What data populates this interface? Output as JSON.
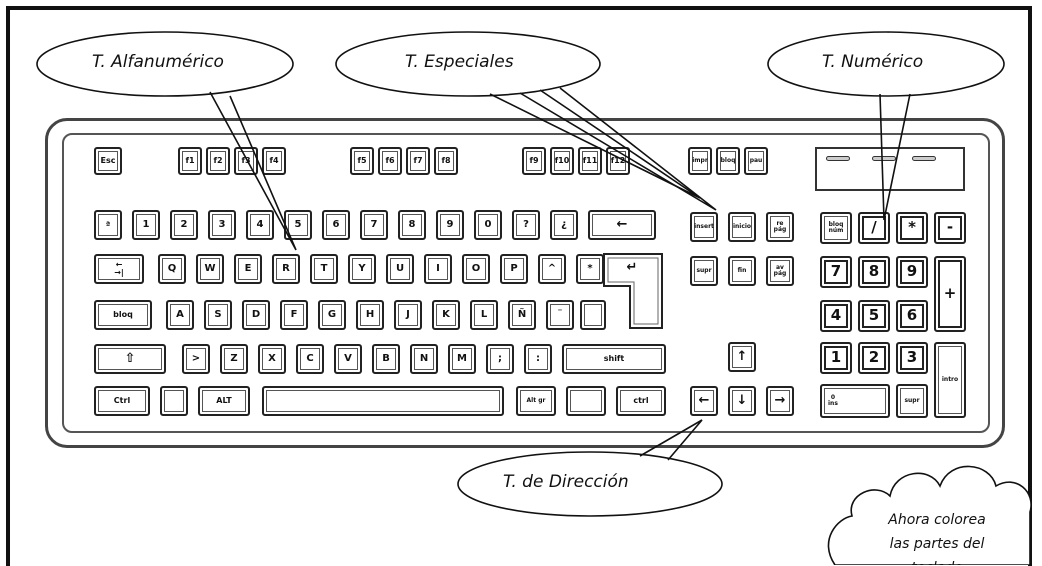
{
  "callouts": {
    "alfanumerico": "T. Alfanumérico",
    "especiales": "T. Especiales",
    "numerico": "T. Numérico",
    "direccion": "T. de Dirección"
  },
  "cloud": {
    "line1": "Ahora colorea",
    "line2": "las partes del",
    "line3": "teclado"
  },
  "keys": {
    "esc": "Esc",
    "f1": "f1",
    "f2": "f2",
    "f3": "f3",
    "f4": "f4",
    "f5": "f5",
    "f6": "f6",
    "f7": "f7",
    "f8": "f8",
    "f9": "f9",
    "f10": "f10",
    "f11": "f11",
    "f12": "f12",
    "impr": "impr",
    "bloq_despl": "bloq",
    "pausa": "pau",
    "ordinal": "ª",
    "n1": "1",
    "n2": "2",
    "n3": "3",
    "n4": "4",
    "n5": "5",
    "n6": "6",
    "n7": "7",
    "n8": "8",
    "n9": "9",
    "n0": "0",
    "apos": "?",
    "inv_q": "¿",
    "backspace": "←",
    "tab": "←\n→|",
    "q": "Q",
    "w": "W",
    "e": "E",
    "r": "R",
    "t": "T",
    "y": "Y",
    "u": "U",
    "i": "I",
    "o": "O",
    "p": "P",
    "caret": "^",
    "plus_key": "*",
    "enter": "↵",
    "bloq": "bloq",
    "a": "A",
    "s": "S",
    "d": "D",
    "f": "F",
    "g": "G",
    "h": "H",
    "j": "J",
    "k": "K",
    "l": "L",
    "enie": "Ñ",
    "dieresis": "¨",
    "cedilla": "",
    "shift_l": "⇧",
    "lt": ">",
    "z": "Z",
    "x": "X",
    "c": "C",
    "v": "V",
    "b": "B",
    "n": "N",
    "m": "M",
    "comma": ";",
    "period": ":",
    "shift_r": "shift",
    "ctrl_l": "Ctrl",
    "win": "",
    "alt": "ALT",
    "altgr": "Alt gr",
    "menu": "",
    "ctrl_r": "ctrl",
    "insert": "insert",
    "inicio": "inicio",
    "re_pag": "re\npág",
    "supr": "supr",
    "fin": "fin",
    "av_pag": "av\npág",
    "up": "↑",
    "left": "←",
    "down": "↓",
    "right": "→",
    "bloq_num": "bloq\nnúm",
    "slash": "/",
    "mult": "*",
    "minus": "-",
    "k7": "7",
    "k8": "8",
    "k9": "9",
    "kplus": "+",
    "k4": "4",
    "k5": "5",
    "k6": "6",
    "k1": "1",
    "k2": "2",
    "k3": "3",
    "kenter": "intro",
    "k0": "0\nins",
    "kdot": "supr"
  }
}
